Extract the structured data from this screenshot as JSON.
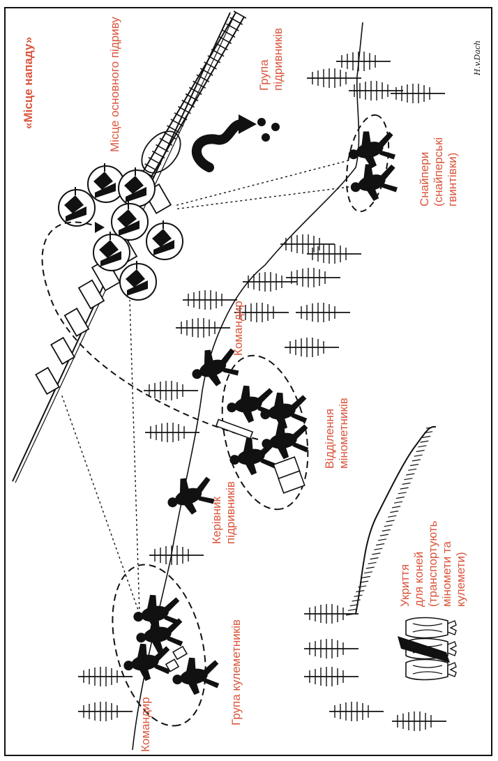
{
  "title": "«Місце нападу»",
  "signature": "H.v.Dach",
  "labels": {
    "main_blast": "Місце основного підриву",
    "sappers_group": [
      "Група",
      "підривників"
    ],
    "snipers": [
      "Снайпери",
      "(снайперські",
      "гвинтівки)"
    ],
    "commander_top": "Командир",
    "mortar_section": [
      "Відділення",
      "мінометників"
    ],
    "sapper_leader": [
      "Керівник",
      "підривників"
    ],
    "machine_gun_group": "Група кулеметників",
    "commander_bottom": "Командир",
    "horse_shelter": [
      "Укриття",
      "для коней",
      "(транспортують",
      "міномети та",
      "кулемети)"
    ]
  },
  "colors": {
    "label": "#d9553c",
    "ink": "#111111"
  }
}
